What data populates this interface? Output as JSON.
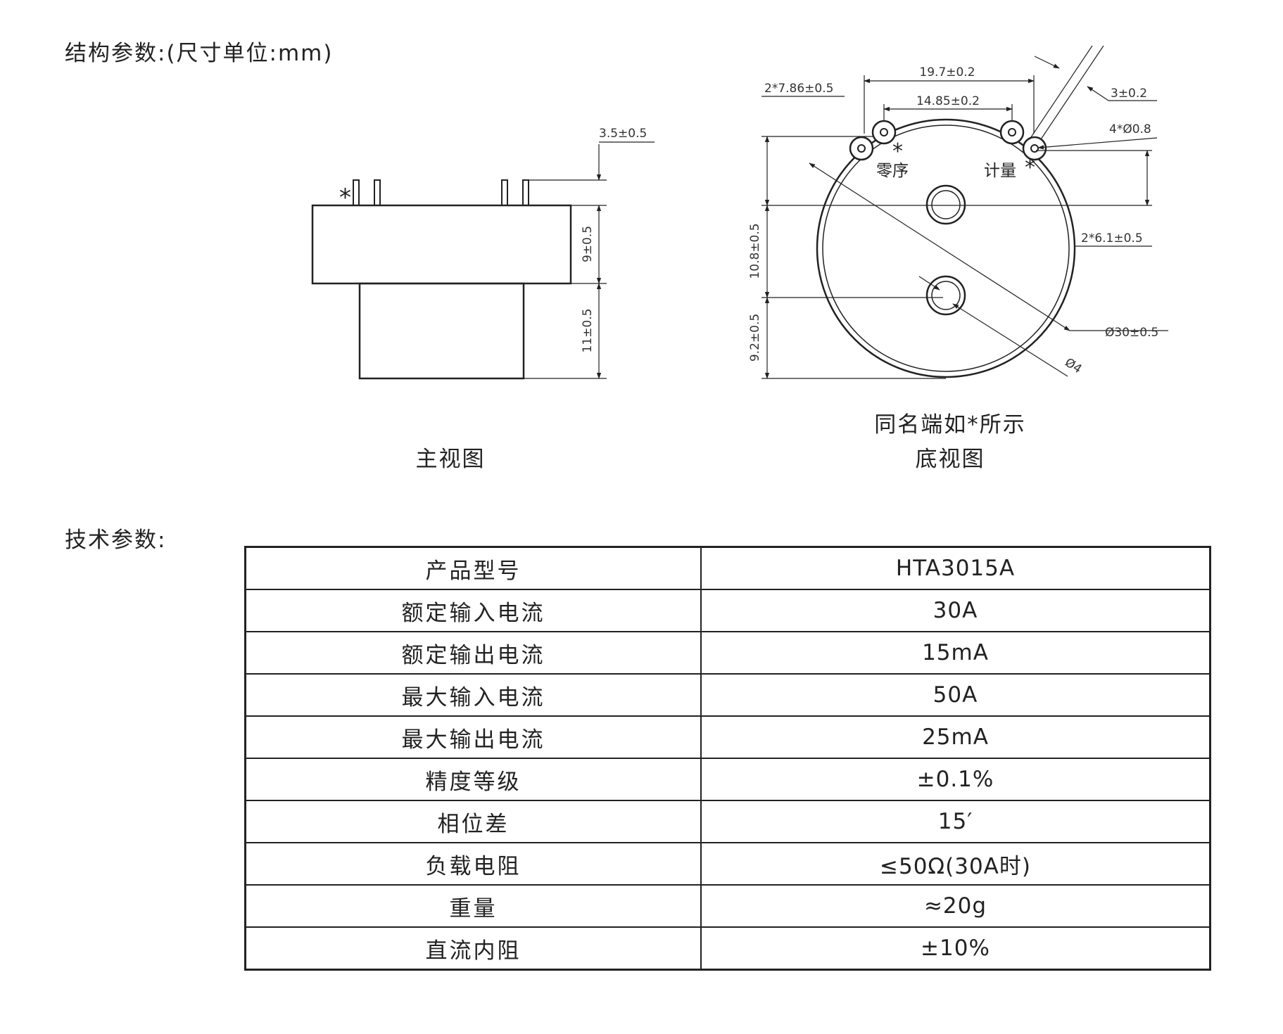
{
  "structure_title": "结构参数:(尺寸单位:mm)",
  "tech_title": "技术参数:",
  "front_view": {
    "caption": "主视图",
    "marker": "*",
    "dims": {
      "pin": "3.5±0.5",
      "body": "9±0.5",
      "base": "11±0.5"
    }
  },
  "bottom_view": {
    "note": "同名端如*所示",
    "caption": "底视图",
    "terminal_zero": "零序",
    "terminal_meter": "计量",
    "marker": "*",
    "dims": {
      "d1": "19.7±0.2",
      "d2": "14.85±0.2",
      "d3": "2*7.86±0.5",
      "d4": "3±0.2",
      "d5": "4*Ø0.8",
      "d6": "2*6.1±0.5",
      "d7": "10.8±0.5",
      "d8": "9.2±0.5",
      "d9": "Ø30±0.5",
      "d10": "Ø4"
    }
  },
  "specs": [
    {
      "label": "产品型号",
      "value": "HTA3015A"
    },
    {
      "label": "额定输入电流",
      "value": "30A"
    },
    {
      "label": "额定输出电流",
      "value": "15mA"
    },
    {
      "label": "最大输入电流",
      "value": "50A"
    },
    {
      "label": "最大输出电流",
      "value": "25mA"
    },
    {
      "label": "精度等级",
      "value": "±0.1%"
    },
    {
      "label": "相位差",
      "value": "15′"
    },
    {
      "label": "负载电阻",
      "value": "≤50Ω(30A时)"
    },
    {
      "label": "重量",
      "value": "≈20g"
    },
    {
      "label": "直流内阻",
      "value": "±10%"
    }
  ]
}
